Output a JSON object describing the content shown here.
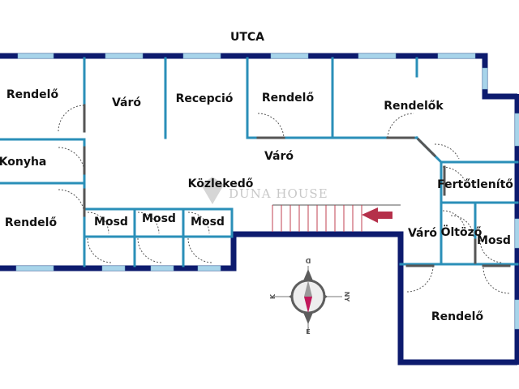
{
  "street": "UTCA",
  "rooms": {
    "rendelo_top_left": "Rendelő",
    "varo_top": "Váró",
    "recepcio": "Recepció",
    "rendelo_top_mid": "Rendelő",
    "rendelok": "Rendelők",
    "konyha": "Konyha",
    "varo_center": "Váró",
    "kozlekedo": "Közlekedő",
    "rendelo_left": "Rendelő",
    "mosd_1": "Mosd",
    "mosd_2": "Mosd",
    "mosd_3": "Mosd",
    "fertotlenito": "Fertőtlenítő",
    "varo_right": "Váró",
    "oltozo": "Öltöző",
    "mosd_right": "Mosd",
    "rendelo_bottom_right": "Rendelő"
  },
  "watermark": "DUNA HOUSE",
  "compass": {
    "top": "D",
    "right": "NY",
    "bottom": "É",
    "left": "K"
  },
  "colors": {
    "outer_wall": "#0d1b6e",
    "inner_wall": "#2a8fb8",
    "window": "#a8d4ea",
    "door": "#555555",
    "arrow": "#b5304a",
    "stairs": "#c04050"
  }
}
